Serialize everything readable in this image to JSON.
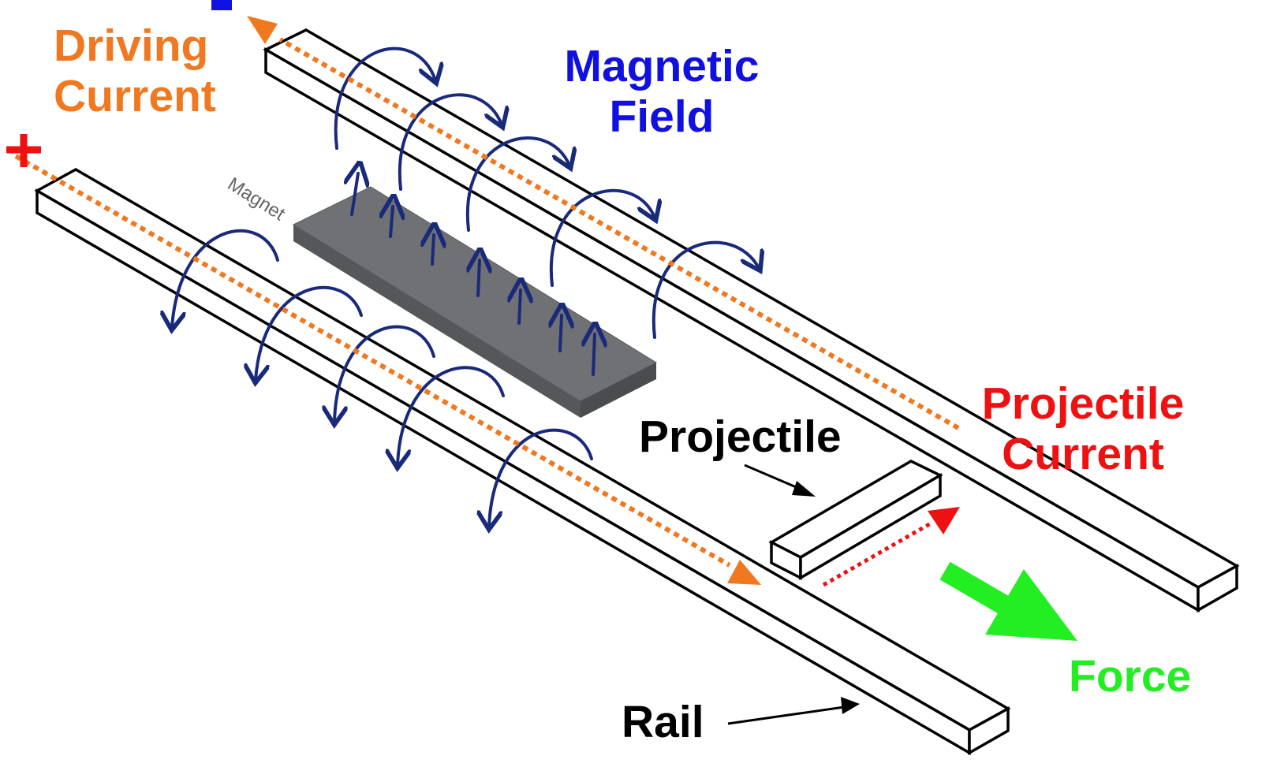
{
  "labels": {
    "driving_current": [
      "Driving",
      "Current"
    ],
    "magnetic_field": [
      "Magnetic",
      "Field"
    ],
    "magnet": "Magnet",
    "projectile": "Projectile",
    "projectile_current": [
      "Projectile",
      "Current"
    ],
    "force": "Force",
    "rail": "Rail",
    "plus": "+",
    "minus": "-"
  },
  "colors": {
    "driving_current": "#f07820",
    "magnetic_field": "#1010e0",
    "field_lines": "#1a2a7a",
    "projectile_current": "#ee1111",
    "force": "#22ee22",
    "magnet": "#6e7074",
    "outline": "#000000"
  },
  "icons": {
    "plus_terminal": "plus-icon",
    "minus_terminal": "minus-icon"
  }
}
